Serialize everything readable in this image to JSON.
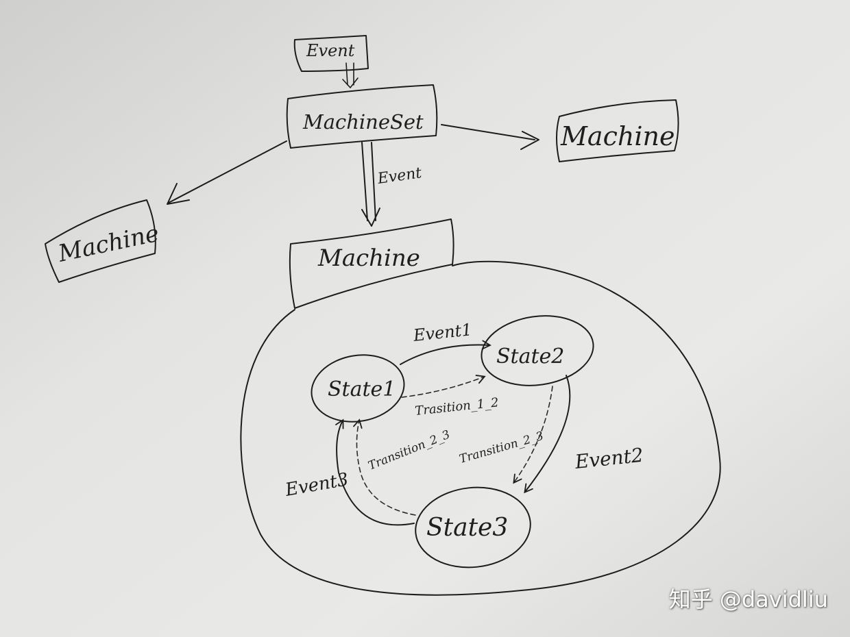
{
  "diagram": {
    "top_event": "Event",
    "machine_set": "MachineSet",
    "edge_event": "Event",
    "machine_left": "Machine",
    "machine_right": "Machine",
    "machine_center": "Machine",
    "states": {
      "state1": "State1",
      "state2": "State2",
      "state3": "State3"
    },
    "events": {
      "event1": "Event1",
      "event2": "Event2",
      "event3": "Event3"
    },
    "transitions": {
      "t12": "Trasition_1_2",
      "t23_right": "Transition_2_3",
      "t23_left": "Transition_2_3"
    }
  },
  "watermark": "知乎 @davidliu",
  "colors": {
    "ink": "#1c1c1c",
    "paper": "#e6e6e4"
  }
}
